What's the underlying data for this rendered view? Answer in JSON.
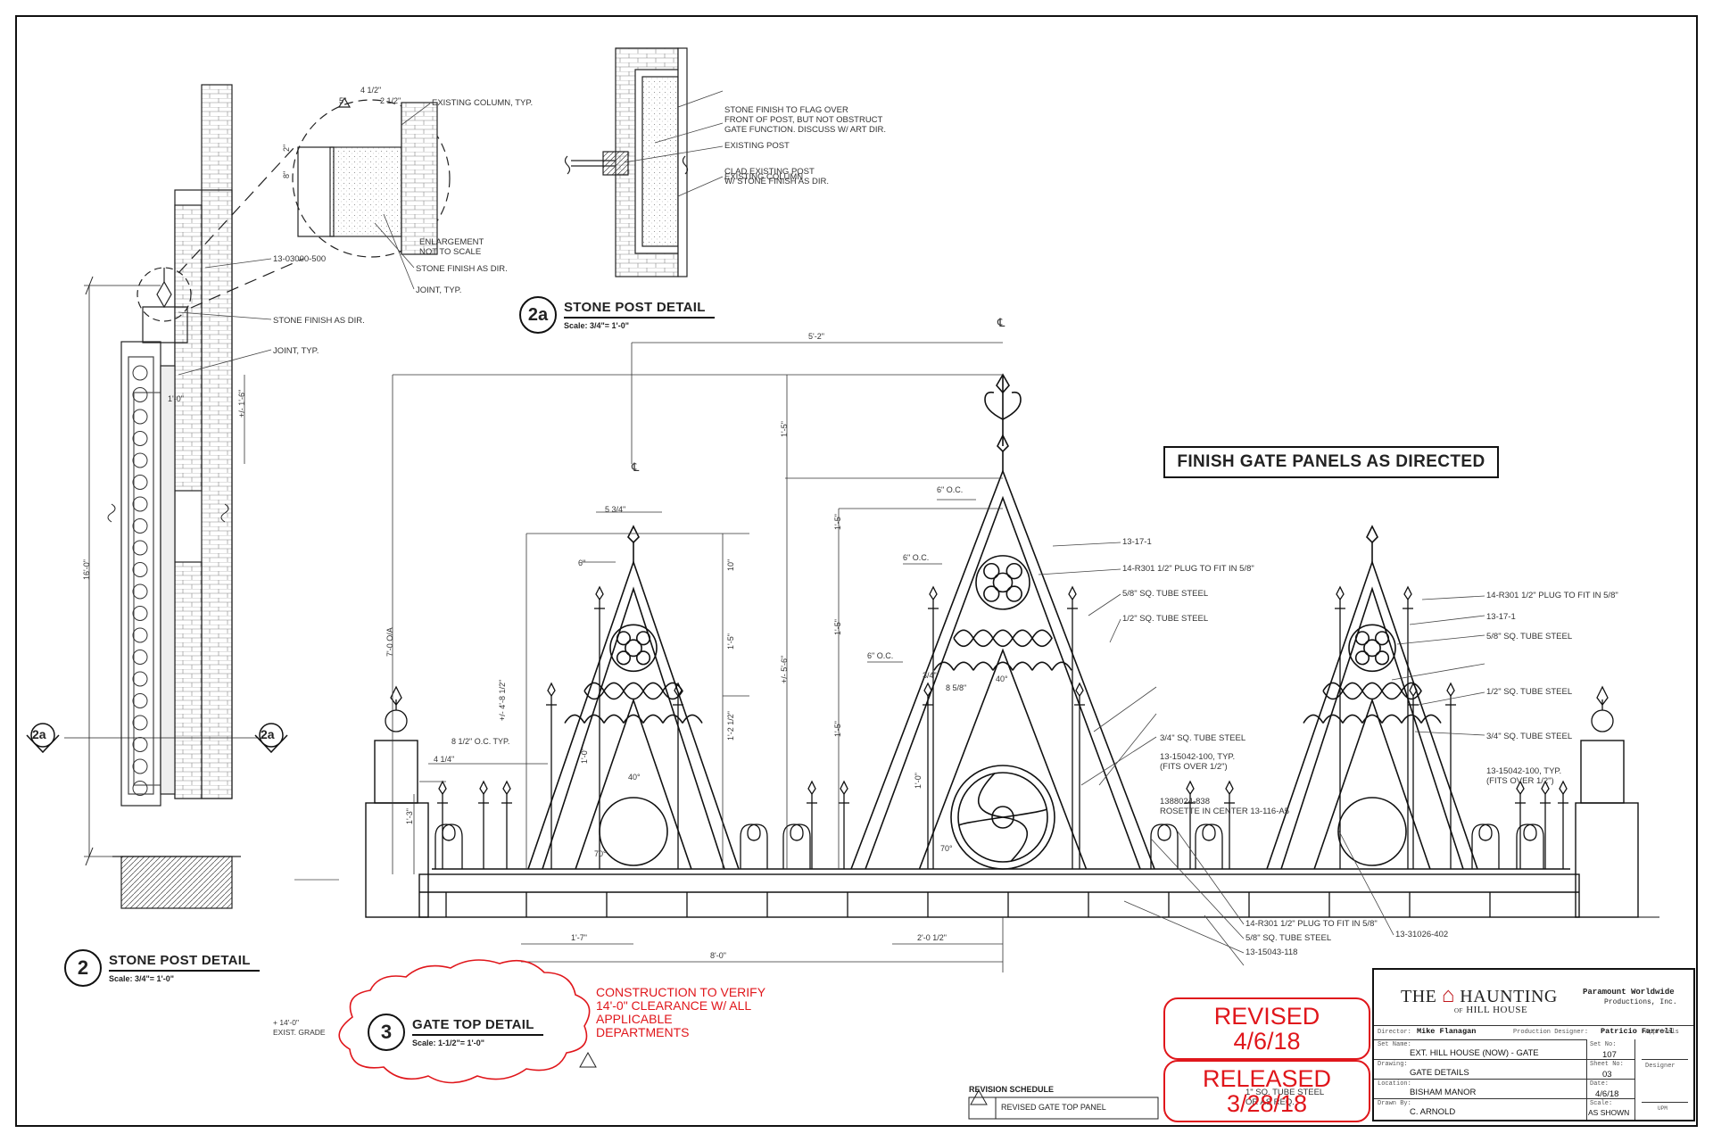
{
  "annotations": {
    "stone_post_2": {
      "existing_column": "EXISTING COLUMN, TYP.",
      "part_ref": "13-03000-500",
      "enlargement": "ENLARGEMENT\nNOT TO SCALE",
      "stone_finish_1": "STONE FINISH AS DIR.",
      "joint_1": "JOINT, TYP.",
      "stone_finish_2": "STONE FINISH AS DIR.",
      "joint_2": "JOINT, TYP."
    },
    "stone_post_2a": {
      "flag_note": "STONE FINISH TO FLAG OVER\nFRONT OF POST, BUT NOT OBSTRUCT\nGATE FUNCTION.  DISCUSS W/ ART DIR.",
      "clad_note": "CLAD EXISTING POST\nW/ STONE FINISH AS DIR.",
      "existing_post": "EXISTING POST",
      "existing_column": "EXISTING COLUMN"
    },
    "gate_right": {
      "a1": "13-17-1",
      "a2": "14-R301 1/2\" PLUG TO FIT IN 5/8\"",
      "a3": "5/8\" SQ. TUBE STEEL",
      "a4": "1/2\" SQ. TUBE STEEL",
      "a5": "13-15042-100, TYP.\n(FITS OVER 1/2\")",
      "a6": "1388024-838\nROSETTE IN CENTER 13-116-A5",
      "a7": "3/4\" SQ. TUBE STEEL",
      "b1": "14-R301 1/2\" PLUG TO FIT IN 5/8\"",
      "b2": "13-17-1",
      "b3": "5/8\" SQ. TUBE STEEL",
      "b4": "13-15042-100, TYP.\n(FITS OVER 1/2\")",
      "b5": "1/2\" SQ. TUBE STEEL",
      "b6": "3/4\" SQ. TUBE STEEL"
    },
    "gate_bottom": {
      "c1": "14-R301 1/2\" PLUG TO FIT IN 5/8\"",
      "c2": "5/8\" SQ. TUBE STEEL",
      "c3": "13-15043-118",
      "c4": "1\" SQ. TUBE STEEL\nOR AS REQ.",
      "c5": "13-31026-402"
    },
    "grade": "+ 14'-0\"\nEXIST. GRADE"
  },
  "dimensions": {
    "d_4_1_2": "4 1/2\"",
    "d_5": "5\"",
    "d_2_1_2": "2 1/2\"",
    "d_2": "2\"",
    "d_8": "8\"",
    "d_1_0": "1'-0\"",
    "d_1_6": "+/- 1'-6\"",
    "d_16_0": "16'-0\"",
    "d_5_2": "5'-2\"",
    "d_1_5_top": "1'-5\"",
    "d_5_6": "+/- 5'-6\"",
    "d_7_0": "7'-0 O/A",
    "d_4_8": "+/- 4'-8 1/2\"",
    "d_5_3_4": "5 3/4\"",
    "d_6": "6\"",
    "d_10": "10\"",
    "d_1_5a": "1'-5\"",
    "d_1_2": "1'-2 1/2\"",
    "d_8_1_2": "8 1/2\" O.C. TYP.",
    "d_4_1_4": "4 1/4\"",
    "d_1_3": "1'-3\"",
    "d_1_0b": "1'-0\"",
    "d_40a": "40°",
    "d_70a": "70°",
    "d_6oc1": "6\" O.C.",
    "d_6oc2": "6\" O.C.",
    "d_6oc3": "6\" O.C.",
    "d_1_5b": "1'-5\"",
    "d_1_5c": "1'-5\"",
    "d_1_5d": "1'-5\"",
    "d_3_4": "3/4\"",
    "d_8_5_8": "8 5/8\"",
    "d_40b": "40°",
    "d_1_0c": "1'-0\"",
    "d_70b": "70°",
    "d_1_7": "1'-7\"",
    "d_8_0": "8'-0\"",
    "d_2_0_1_2": "2'-0 1/2\"",
    "cl1": "C∕L",
    "cl2": "C∕L",
    "cl_sym": "℄"
  },
  "details": {
    "stone_post_2": {
      "number": "2",
      "title": "STONE POST DETAIL",
      "scale": "Scale: 3/4\"= 1'-0\""
    },
    "stone_post_2a": {
      "number": "2a",
      "title": "STONE POST DETAIL",
      "scale": "Scale: 3/4\"= 1'-0\""
    },
    "gate_top_3": {
      "number": "3",
      "title": "GATE TOP DETAIL",
      "scale": "Scale: 1-1/2\"= 1'-0\""
    },
    "section_marker": "2a"
  },
  "banner": "FINISH GATE PANELS AS DIRECTED",
  "construction_note": "CONSTRUCTION TO VERIFY\n14'-0\" CLEARANCE W/ ALL\nAPPLICABLE\nDEPARTMENTS",
  "stamps": {
    "revised": {
      "line1": "REVISED",
      "line2": "4/6/18"
    },
    "released": {
      "line1": "RELEASED",
      "line2": "3/28/18"
    }
  },
  "revision_schedule": {
    "title": "REVISION SCHEDULE",
    "entry": "REVISED GATE TOP PANEL"
  },
  "title_block": {
    "logo_the": "THE",
    "logo_haunting": "HAUNTING",
    "logo_of": "OF",
    "logo_hill_house": "HILL HOUSE",
    "company": "Paramount Worldwide",
    "company_sub": "Productions, Inc.",
    "director_label": "Director:",
    "director": "Mike Flanagan",
    "designer_label": "Production Designer:",
    "designer": "Patricio Farrell",
    "set_name_label": "Set Name:",
    "set_name": "EXT. HILL HOUSE (NOW) - GATE",
    "set_no_label": "Set No:",
    "set_no": "107",
    "drawing_label": "Drawing:",
    "drawing": "GATE DETAILS",
    "sheet_no_label": "Sheet No:",
    "sheet_no": "03",
    "location_label": "Location:",
    "location": "BISHAM MANOR",
    "date_label": "Date:",
    "date": "4/6/18",
    "drawn_by_label": "Drawn By:",
    "drawn_by": "C. ARNOLD",
    "scale_label": "Scale:",
    "scale": "AS SHOWN",
    "approvals_label": "Approvals",
    "approval_role": "Designer",
    "approval_code": "UPM"
  }
}
